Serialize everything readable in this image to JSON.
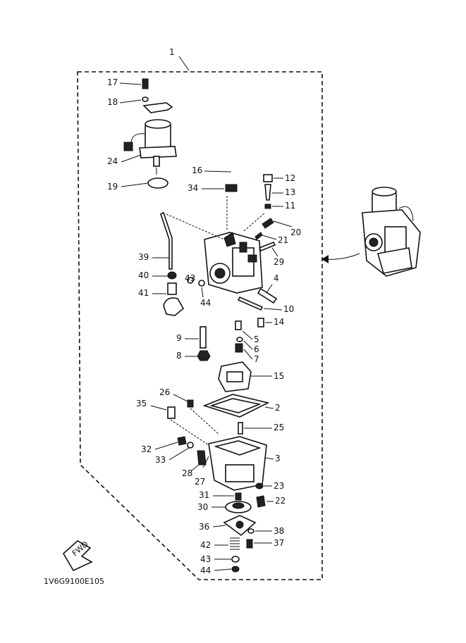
{
  "assembly_ref": "1",
  "drawing_code": "1V6G9100E105",
  "direction_badge": "FWD",
  "callouts": [
    {
      "id": "17",
      "label": "17"
    },
    {
      "id": "18",
      "label": "18"
    },
    {
      "id": "24",
      "label": "24"
    },
    {
      "id": "16",
      "label": "16"
    },
    {
      "id": "12",
      "label": "12"
    },
    {
      "id": "34",
      "label": "34"
    },
    {
      "id": "13",
      "label": "13"
    },
    {
      "id": "19",
      "label": "19"
    },
    {
      "id": "11",
      "label": "11"
    },
    {
      "id": "20",
      "label": "20"
    },
    {
      "id": "21",
      "label": "21"
    },
    {
      "id": "29",
      "label": "29"
    },
    {
      "id": "39",
      "label": "39"
    },
    {
      "id": "40",
      "label": "40"
    },
    {
      "id": "4",
      "label": "4"
    },
    {
      "id": "43a",
      "label": "43"
    },
    {
      "id": "41",
      "label": "41"
    },
    {
      "id": "44a",
      "label": "44"
    },
    {
      "id": "10",
      "label": "10"
    },
    {
      "id": "14",
      "label": "14"
    },
    {
      "id": "9",
      "label": "9"
    },
    {
      "id": "5",
      "label": "5"
    },
    {
      "id": "6",
      "label": "6"
    },
    {
      "id": "8",
      "label": "8"
    },
    {
      "id": "7",
      "label": "7"
    },
    {
      "id": "15",
      "label": "15"
    },
    {
      "id": "26",
      "label": "26"
    },
    {
      "id": "35",
      "label": "35"
    },
    {
      "id": "2",
      "label": "2"
    },
    {
      "id": "25",
      "label": "25"
    },
    {
      "id": "32",
      "label": "32"
    },
    {
      "id": "33",
      "label": "33"
    },
    {
      "id": "3",
      "label": "3"
    },
    {
      "id": "28",
      "label": "28"
    },
    {
      "id": "27",
      "label": "27"
    },
    {
      "id": "23",
      "label": "23"
    },
    {
      "id": "31",
      "label": "31"
    },
    {
      "id": "22",
      "label": "22"
    },
    {
      "id": "30",
      "label": "30"
    },
    {
      "id": "36",
      "label": "36"
    },
    {
      "id": "38",
      "label": "38"
    },
    {
      "id": "42",
      "label": "42"
    },
    {
      "id": "37",
      "label": "37"
    },
    {
      "id": "43b",
      "label": "43"
    },
    {
      "id": "44b",
      "label": "44"
    }
  ]
}
